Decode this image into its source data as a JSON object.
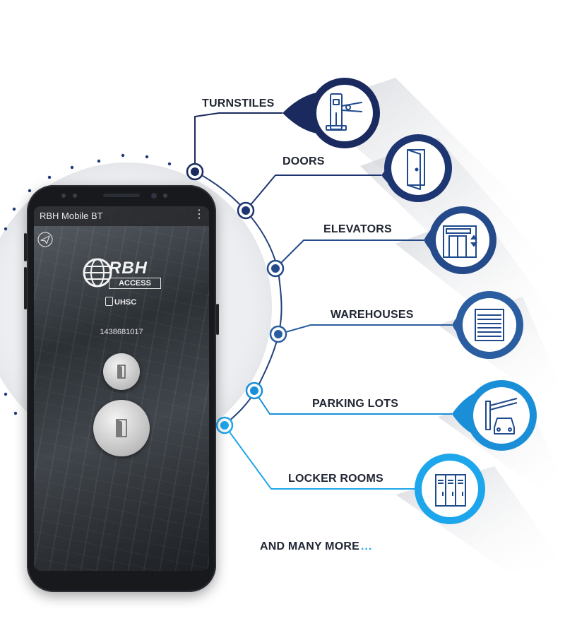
{
  "phone": {
    "app_title": "RBH Mobile BT",
    "menu_icon": "kebab-menu-icon",
    "send_icon": "paper-plane-icon",
    "logo_text": "RBH",
    "logo_subtext": "ACCESS",
    "sub_logo_text": "UHSC",
    "card_number": "1438681017",
    "small_button_icon": "door-icon",
    "large_button_icon": "door-icon"
  },
  "categories": [
    {
      "label": "TURNSTILES",
      "icon": "turnstile-icon",
      "color": "#1a2a5e"
    },
    {
      "label": "DOORS",
      "icon": "door-icon",
      "color": "#1d3570"
    },
    {
      "label": "ELEVATORS",
      "icon": "elevator-icon",
      "color": "#244a8a"
    },
    {
      "label": "WAREHOUSES",
      "icon": "warehouse-door-icon",
      "color": "#2a5ea0"
    },
    {
      "label": "PARKING LOTS",
      "icon": "parking-car-icon",
      "color": "#1a8fd8"
    },
    {
      "label": "LOCKER ROOMS",
      "icon": "locker-icon",
      "color": "#1ea6ec"
    }
  ],
  "footer": {
    "text": "AND MANY MORE",
    "ellipsis": "..."
  }
}
